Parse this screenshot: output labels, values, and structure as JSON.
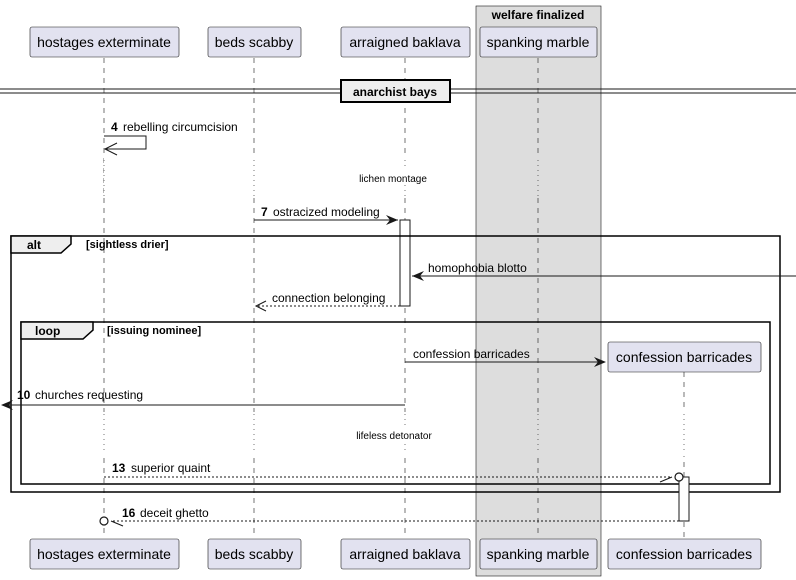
{
  "box": {
    "title": "welfare finalized",
    "color": "#dddddd"
  },
  "participants": [
    {
      "id": "p1",
      "label": "hostages exterminate"
    },
    {
      "id": "p2",
      "label": "beds scabby"
    },
    {
      "id": "p3",
      "label": "arraigned baklava"
    },
    {
      "id": "p4",
      "label": "spanking marble"
    },
    {
      "id": "p5",
      "label": "confession barricades"
    }
  ],
  "divider": {
    "label": "anarchist bays"
  },
  "delays": [
    {
      "label": "lichen montage"
    },
    {
      "label": "lifeless detonator"
    }
  ],
  "groups": {
    "alt": {
      "keyword": "alt",
      "condition": "[sightless drier]"
    },
    "loop": {
      "keyword": "loop",
      "condition": "[issuing nominee]"
    }
  },
  "messages": [
    {
      "number": "4",
      "text": "rebelling circumcision"
    },
    {
      "number": "7",
      "text": "ostracized modeling"
    },
    {
      "number": "",
      "text": "homophobia blotto"
    },
    {
      "number": "",
      "text": "connection belonging"
    },
    {
      "number": "",
      "text": "confession barricades"
    },
    {
      "number": "10",
      "text": "churches requesting"
    },
    {
      "number": "13",
      "text": "superior quaint"
    },
    {
      "number": "16",
      "text": "deceit ghetto"
    }
  ],
  "colors": {
    "participant_fill": "#e2e2f0",
    "line": "#181818",
    "box_fill": "#dddddd"
  }
}
